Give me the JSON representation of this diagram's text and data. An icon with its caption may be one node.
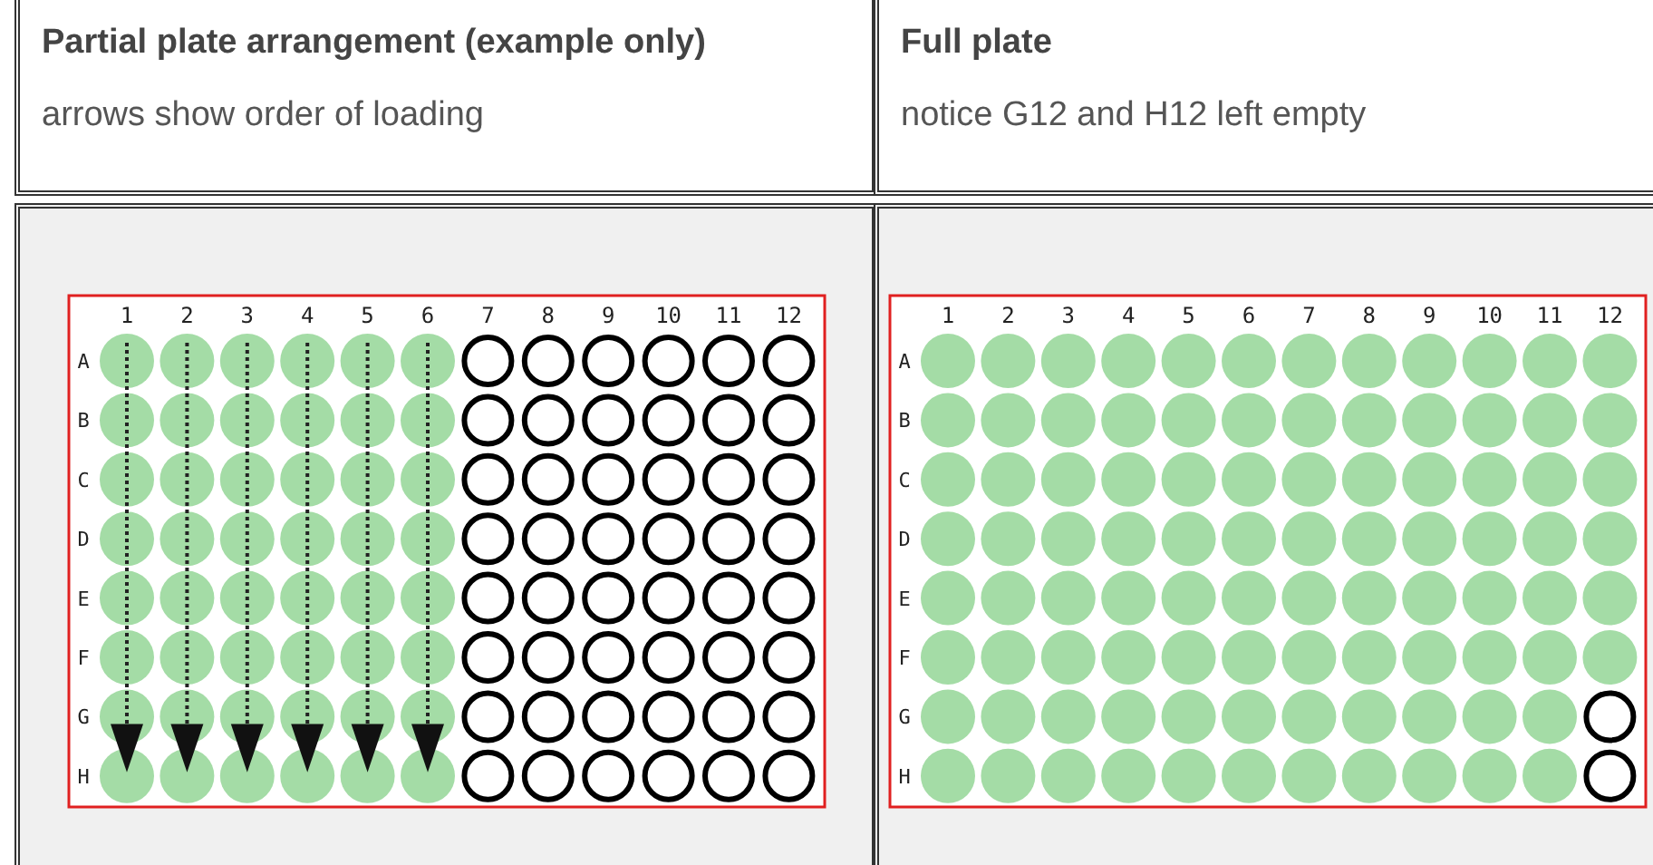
{
  "diagram": {
    "labels": [
      "Partial plate arrangement (example only)",
      "arrows show order of loading",
      "Full plate",
      "notice G12 and H12 left empty",
      "1",
      "2",
      "3",
      "4",
      "5",
      "6",
      "7",
      "8",
      "9",
      "10",
      "11",
      "12",
      "A",
      "B",
      "C",
      "D",
      "E",
      "F",
      "G",
      "H",
      "1",
      "2",
      "3",
      "4",
      "5",
      "6",
      "7",
      "8",
      "9",
      "10",
      "11",
      "12",
      "A",
      "B",
      "C",
      "D",
      "E",
      "F",
      "G",
      "H"
    ]
  }
}
